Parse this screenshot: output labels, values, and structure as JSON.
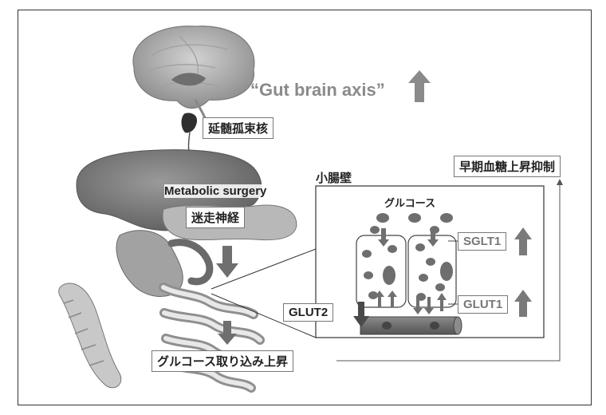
{
  "labels": {
    "axis": "“Gut brain axis”",
    "nucleus": "延髄孤束核",
    "metabolic_surgery": "Metabolic surgery",
    "vagus": "迷走神経",
    "intestine_wall": "小腸壁",
    "glucose": "グルコース",
    "sglt1": "SGLT1",
    "glut2": "GLUT2",
    "glut1": "GLUT1",
    "uptake": "グルコース取り込み上昇",
    "early": "早期血糖上昇抑制"
  },
  "colors": {
    "organ": "#8a8a8a",
    "arrow": "#6f6f6f",
    "accent_arrow": "#7a7a7a",
    "line": "#333333",
    "frame": "#333333"
  },
  "icons": [
    "brain-illustration",
    "liver-illustration",
    "stomach-illustration",
    "intestine-illustration",
    "colon-illustration",
    "up-arrow-icon"
  ]
}
